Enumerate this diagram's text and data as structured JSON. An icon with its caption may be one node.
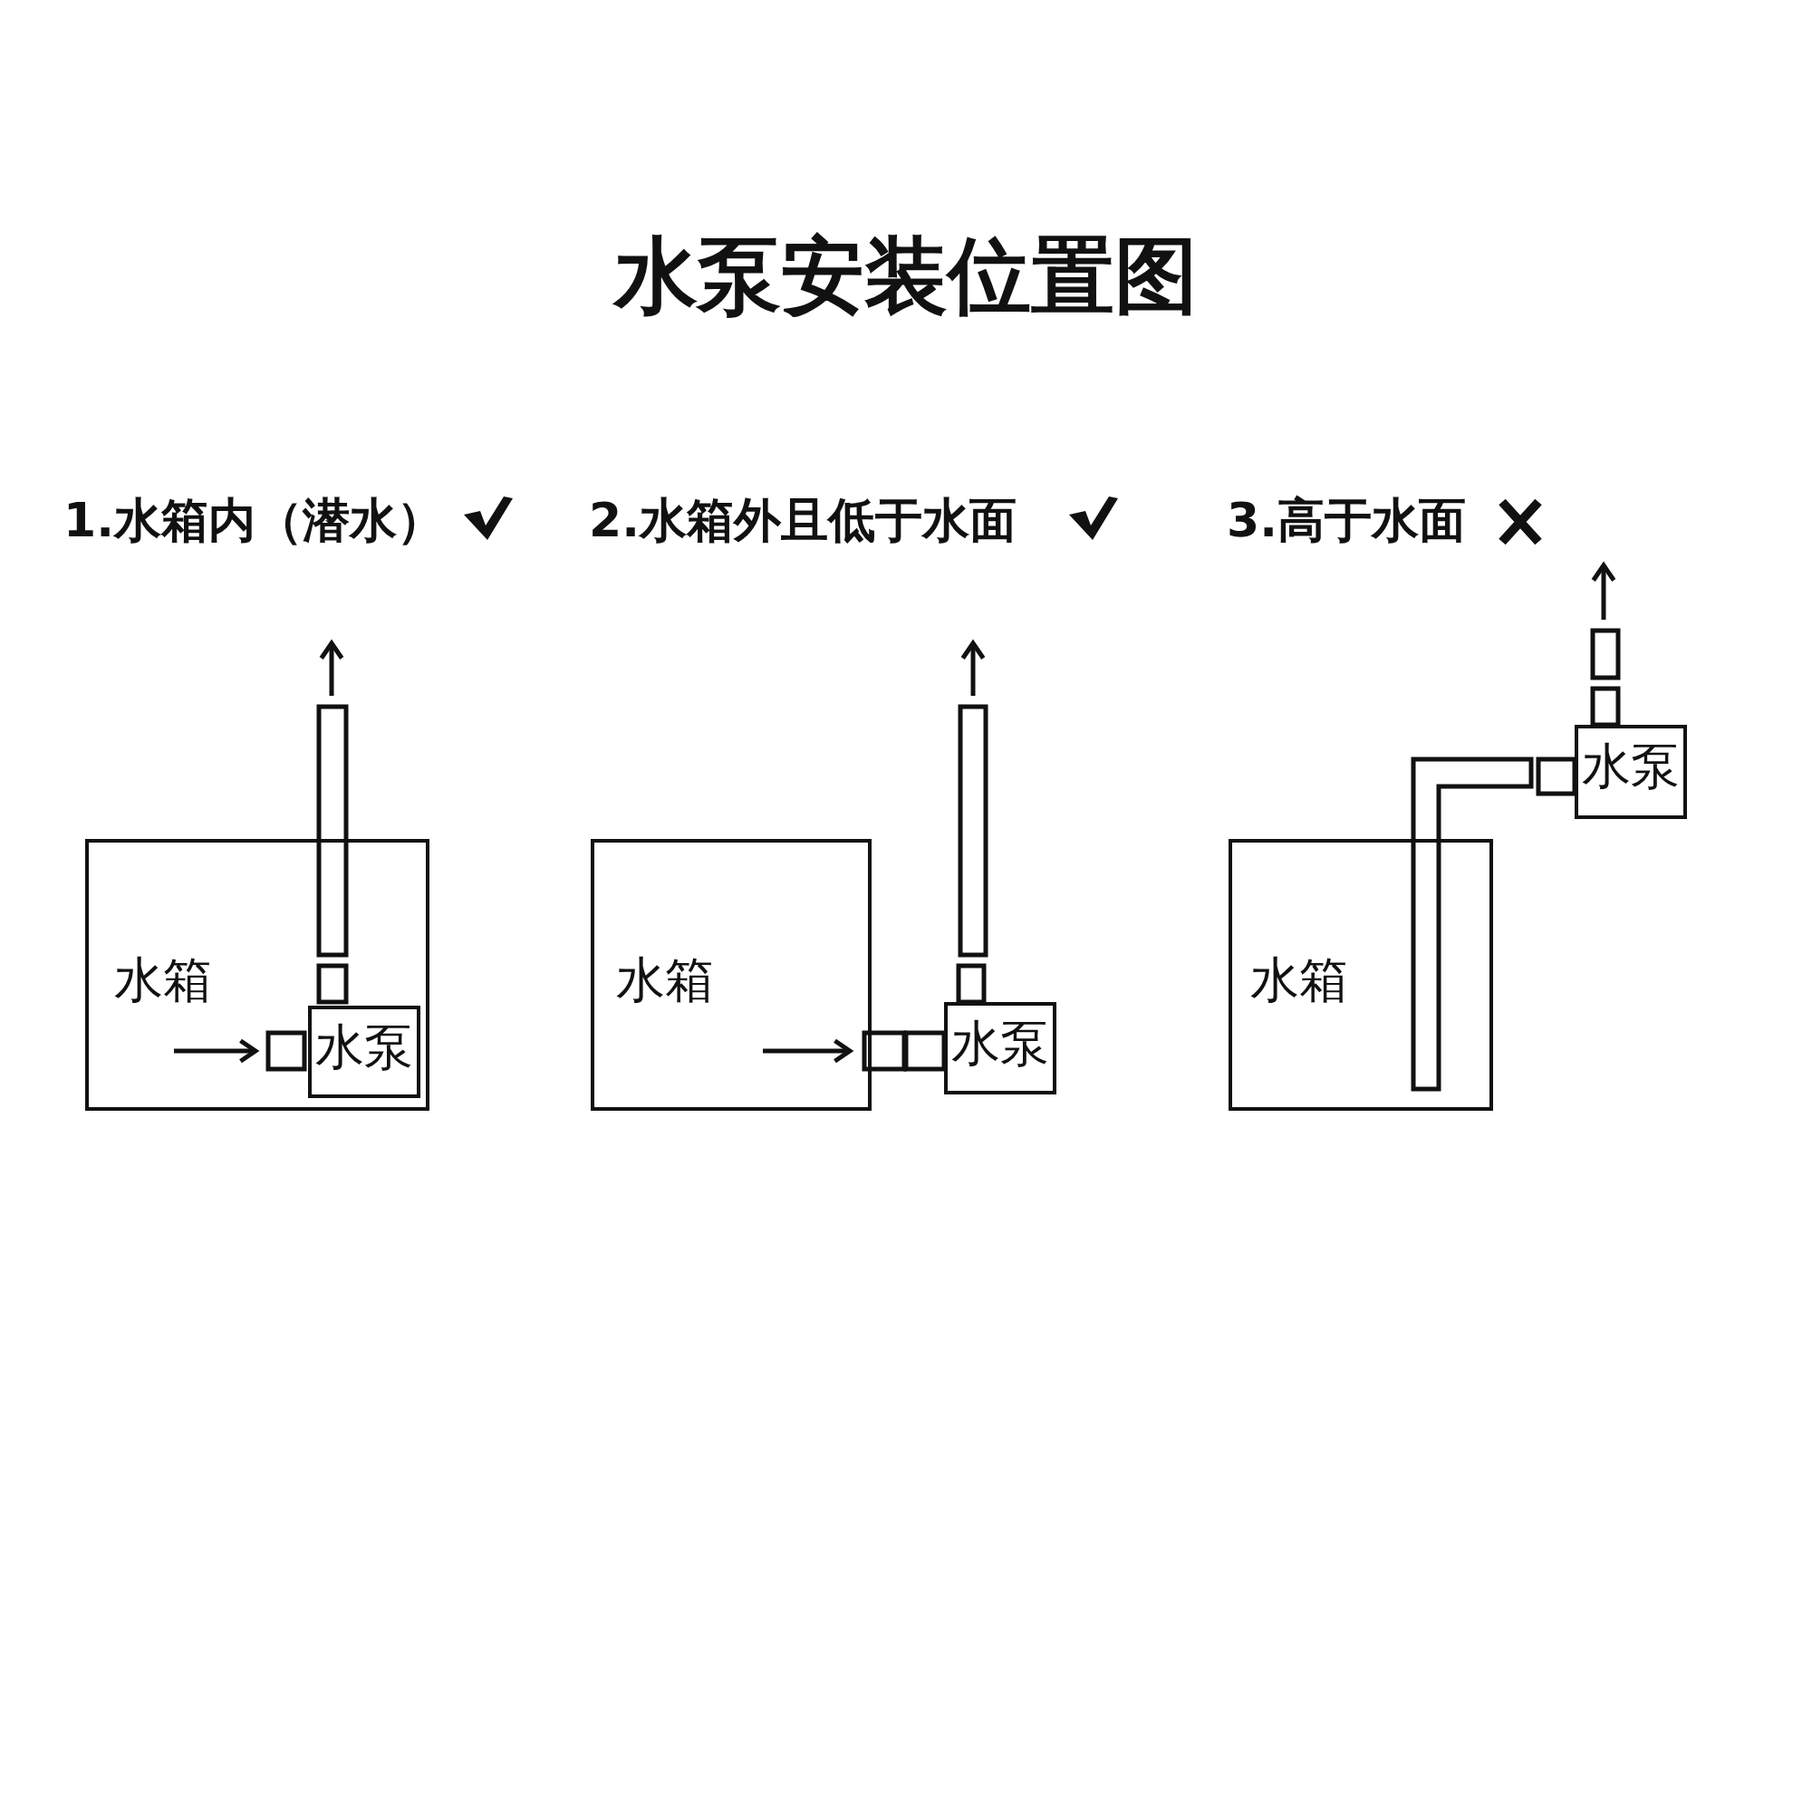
{
  "diagram": {
    "title": "水泵安装位置图",
    "nodes": [
      {
        "text": [
          "水箱"
        ]
      },
      {
        "text": [
          "水泵"
        ],
        "in": 0
      },
      {
        "text": [
          "水箱"
        ]
      },
      {
        "text": [
          "水泵"
        ]
      },
      {
        "text": [
          "水箱"
        ]
      },
      {
        "text": [
          "水泵"
        ]
      }
    ],
    "labels": [
      "1.水箱内（潜水）",
      "2.水箱外且低于水面",
      "3.高于水面"
    ]
  }
}
